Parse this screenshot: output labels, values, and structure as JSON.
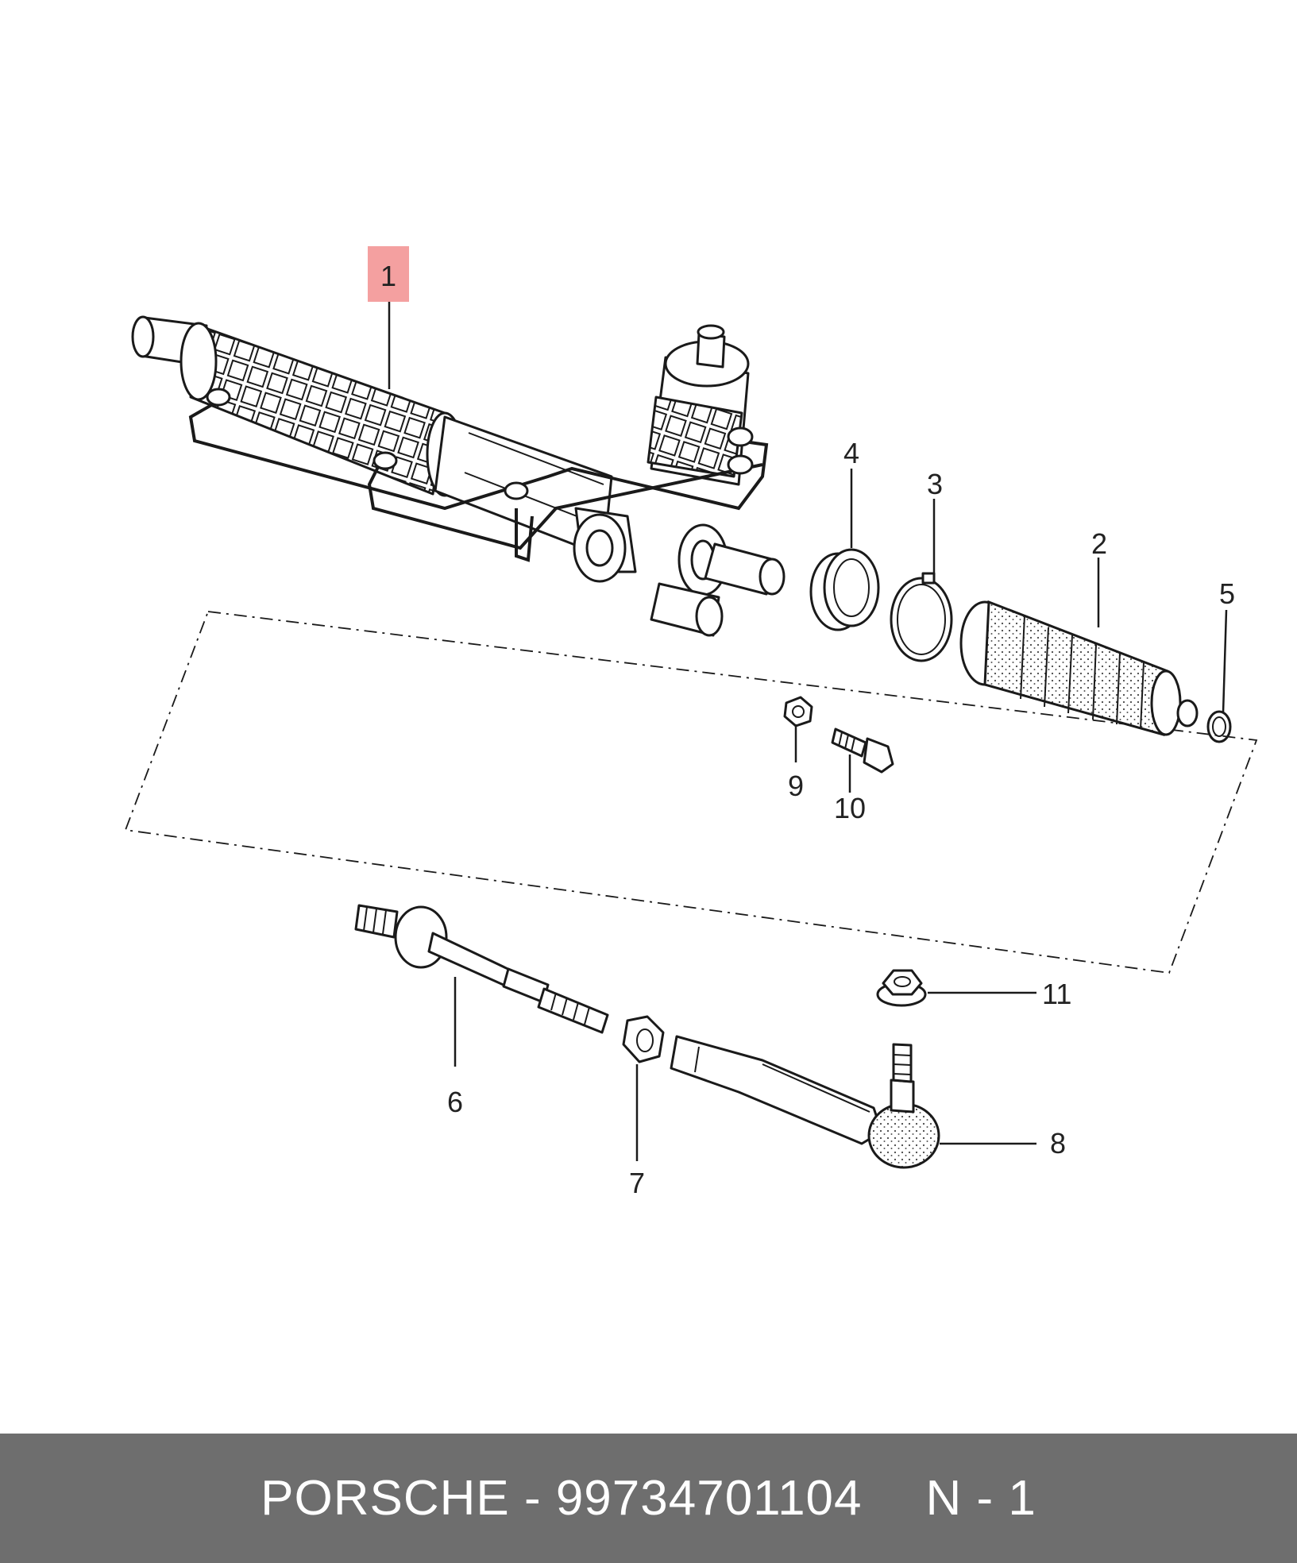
{
  "diagram": {
    "highlight_color": "#f4a0a0",
    "callouts": [
      {
        "id": "1",
        "label": "1",
        "highlighted": true
      },
      {
        "id": "2",
        "label": "2"
      },
      {
        "id": "3",
        "label": "3"
      },
      {
        "id": "4",
        "label": "4"
      },
      {
        "id": "5",
        "label": "5"
      },
      {
        "id": "6",
        "label": "6"
      },
      {
        "id": "7",
        "label": "7"
      },
      {
        "id": "8",
        "label": "8"
      },
      {
        "id": "9",
        "label": "9"
      },
      {
        "id": "10",
        "label": "10"
      },
      {
        "id": "11",
        "label": "11"
      }
    ]
  },
  "footer": {
    "brand_part": "PORSCHE - 99734701104",
    "ref": "N - 1",
    "background": "#6e6e6e"
  }
}
